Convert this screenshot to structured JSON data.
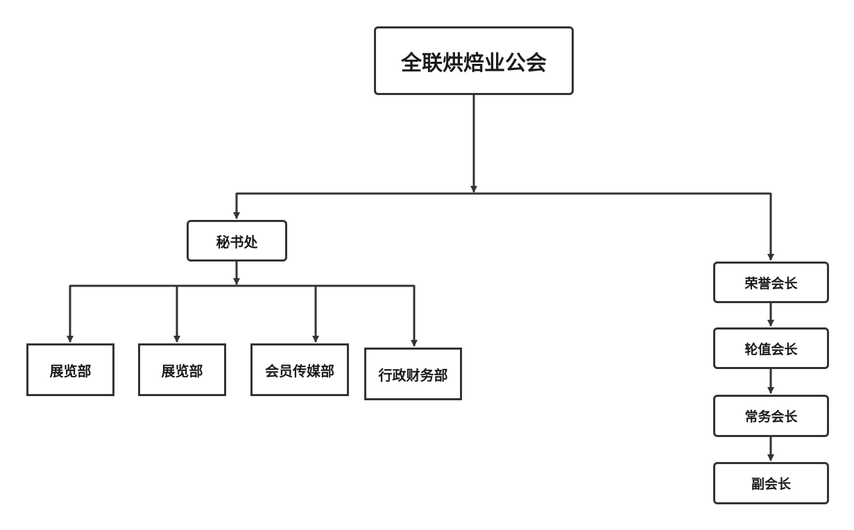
{
  "org_chart": {
    "root": {
      "label": "全联烘焙业公会"
    },
    "secretariat": {
      "label": "秘书处",
      "departments": [
        {
          "label": "展览部"
        },
        {
          "label": "展览部"
        },
        {
          "label": "会员传媒部"
        },
        {
          "label": "行政财务部"
        }
      ]
    },
    "leadership": [
      {
        "label": "荣誉会长"
      },
      {
        "label": "轮值会长"
      },
      {
        "label": "常务会长"
      },
      {
        "label": "副会长"
      }
    ]
  },
  "colors": {
    "line": "#333333",
    "box_border": "#333333",
    "text": "#1a1a1a",
    "background": "#ffffff"
  }
}
